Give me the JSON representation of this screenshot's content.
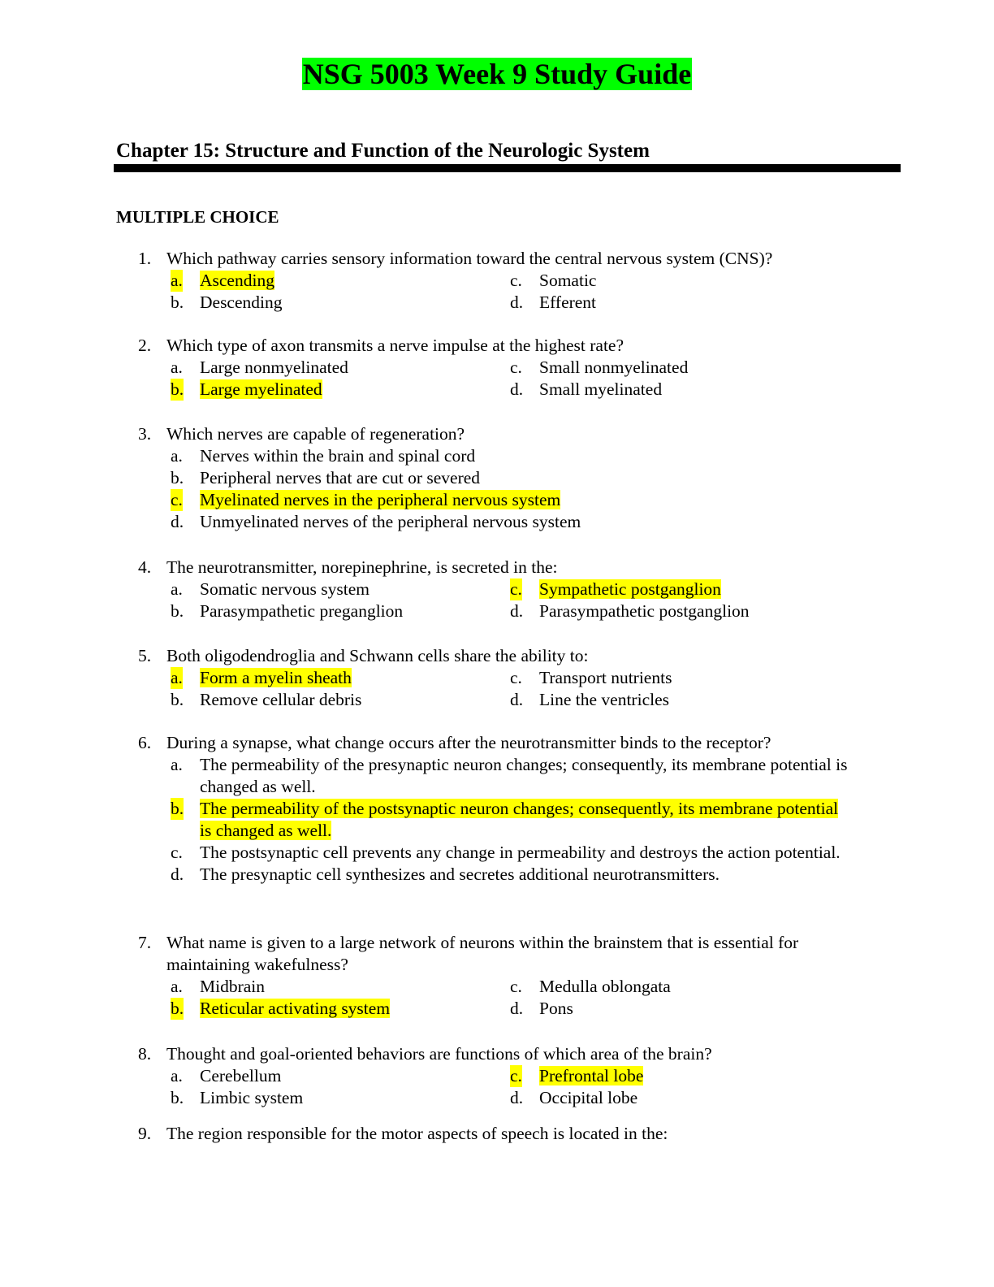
{
  "title": "NSG 5003 Week 9 Study Guide",
  "chapter": "Chapter 15: Structure and Function of the Neurologic System",
  "section": "MULTIPLE CHOICE",
  "colors": {
    "title_highlight": "#00ff00",
    "answer_highlight": "#ffff00"
  },
  "questions": [
    {
      "number": "1.",
      "text": "Which pathway carries sensory information toward the central nervous system (CNS)?",
      "layout": "grid",
      "options": [
        {
          "letter": "a.",
          "text": "Ascending",
          "correct": true
        },
        {
          "letter": "b.",
          "text": "Descending",
          "correct": false
        },
        {
          "letter": "c.",
          "text": "Somatic",
          "correct": false
        },
        {
          "letter": "d.",
          "text": "Efferent",
          "correct": false
        }
      ]
    },
    {
      "number": "2.",
      "text": "Which type of axon transmits a nerve impulse at the highest rate?",
      "layout": "grid",
      "options": [
        {
          "letter": "a.",
          "text": "Large nonmyelinated",
          "correct": false
        },
        {
          "letter": "b.",
          "text": "Large myelinated",
          "correct": true
        },
        {
          "letter": "c.",
          "text": "Small nonmyelinated",
          "correct": false
        },
        {
          "letter": "d.",
          "text": "Small myelinated",
          "correct": false
        }
      ]
    },
    {
      "number": "3.",
      "text": "Which nerves are capable of regeneration?",
      "layout": "list",
      "options": [
        {
          "letter": "a.",
          "text": "Nerves within the brain and spinal cord",
          "correct": false
        },
        {
          "letter": "b.",
          "text": "Peripheral nerves that are cut or severed",
          "correct": false
        },
        {
          "letter": "c.",
          "text": "Myelinated nerves in the peripheral nervous system",
          "correct": true
        },
        {
          "letter": "d.",
          "text": "Unmyelinated nerves of the peripheral nervous system",
          "correct": false
        }
      ]
    },
    {
      "number": "4.",
      "text": "The neurotransmitter, norepinephrine, is secreted in the:",
      "layout": "grid",
      "options": [
        {
          "letter": "a.",
          "text": "Somatic nervous system",
          "correct": false
        },
        {
          "letter": "b.",
          "text": "Parasympathetic preganglion",
          "correct": false
        },
        {
          "letter": "c.",
          "text": "Sympathetic postganglion",
          "correct": true
        },
        {
          "letter": "d.",
          "text": "Parasympathetic postganglion",
          "correct": false
        }
      ]
    },
    {
      "number": "5.",
      "text": "Both oligodendroglia and Schwann cells share the ability to:",
      "layout": "grid",
      "options": [
        {
          "letter": "a.",
          "text": "Form a myelin sheath",
          "correct": true
        },
        {
          "letter": "b.",
          "text": "Remove cellular debris",
          "correct": false
        },
        {
          "letter": "c.",
          "text": "Transport nutrients",
          "correct": false
        },
        {
          "letter": "d.",
          "text": "Line the ventricles",
          "correct": false
        }
      ]
    },
    {
      "number": "6.",
      "text": "During a synapse, what change occurs after the neurotransmitter binds to the receptor?",
      "layout": "list",
      "options": [
        {
          "letter": "a.",
          "text": "The permeability of the presynaptic neuron changes; consequently, its membrane potential is changed as well.",
          "correct": false
        },
        {
          "letter": "b.",
          "text": "The permeability of the postsynaptic neuron changes; consequently, its membrane potential is changed as well.",
          "correct": true
        },
        {
          "letter": "c.",
          "text": "The postsynaptic cell prevents any change in permeability and destroys the action potential.",
          "correct": false
        },
        {
          "letter": "d.",
          "text": "The presynaptic cell synthesizes and secretes additional neurotransmitters.",
          "correct": false
        }
      ]
    },
    {
      "number": "7.",
      "text": "What name is given to a large network of neurons within the brainstem that is essential for maintaining wakefulness?",
      "layout": "grid",
      "options": [
        {
          "letter": "a.",
          "text": "Midbrain",
          "correct": false
        },
        {
          "letter": "b.",
          "text": "Reticular activating system",
          "correct": true
        },
        {
          "letter": "c.",
          "text": "Medulla oblongata",
          "correct": false
        },
        {
          "letter": "d.",
          "text": "Pons",
          "correct": false
        }
      ]
    },
    {
      "number": "8.",
      "text": "Thought and goal-oriented behaviors are functions of which area of the brain?",
      "layout": "grid",
      "options": [
        {
          "letter": "a.",
          "text": "Cerebellum",
          "correct": false
        },
        {
          "letter": "b.",
          "text": "Limbic system",
          "correct": false
        },
        {
          "letter": "c.",
          "text": "Prefrontal lobe",
          "correct": true
        },
        {
          "letter": "d.",
          "text": "Occipital lobe",
          "correct": false
        }
      ]
    },
    {
      "number": "9.",
      "text": "The region responsible for the motor aspects of speech is located in the:",
      "layout": "list",
      "options": []
    }
  ]
}
